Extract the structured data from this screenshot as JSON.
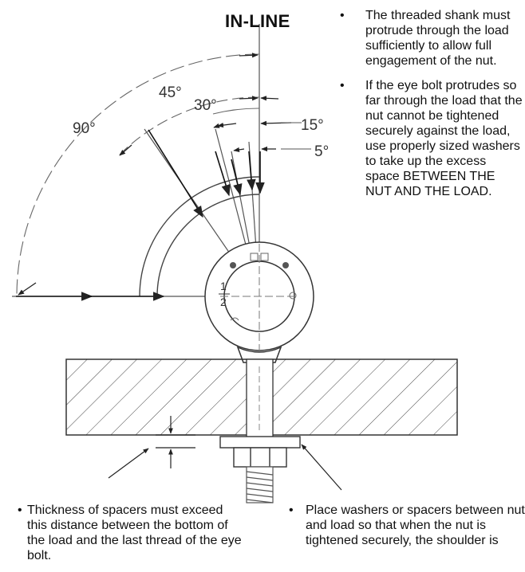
{
  "title": "IN-LINE",
  "angle_labels": {
    "a90": "90°",
    "a45": "45°",
    "a30": "30°",
    "a15": "15°",
    "a5": "5°"
  },
  "eye_marking": {
    "fraction_top": "1",
    "fraction_bottom": "2"
  },
  "right_notes": [
    "The threaded shank must protrude through the load sufficiently to allow full engagement of the nut.",
    "If the eye bolt protrudes so far through the load that the nut cannot be tightened securely against the load, use properly sized washers to take up the excess space BETWEEN THE NUT AND THE LOAD."
  ],
  "bottom_left_note": "Thickness of spacers must exceed this distance between the bottom of the load and the last thread of the eye bolt.",
  "bottom_right_note": "Place washers or spacers between nut and load so that when the nut is tightened securely, the shoulder is",
  "bullet_glyph": "•"
}
